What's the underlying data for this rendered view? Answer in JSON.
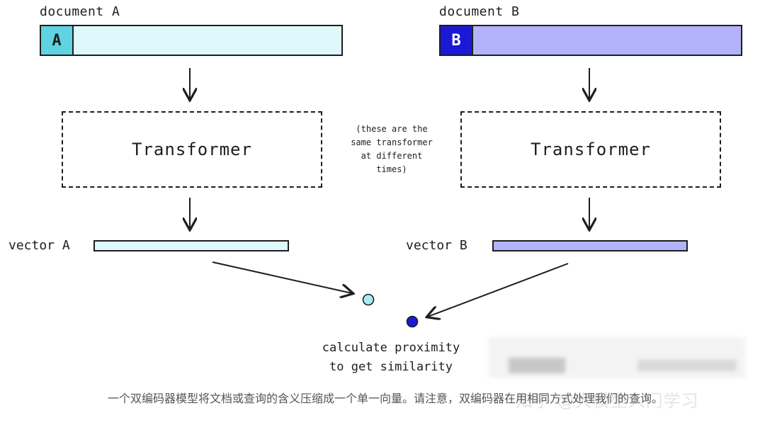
{
  "document_a": {
    "label": "document A",
    "badge": "A",
    "badge_color": "#5fd3e1",
    "bar_color": "#dff8fb"
  },
  "document_b": {
    "label": "document B",
    "badge": "B",
    "badge_color": "#1a1ad6",
    "bar_color": "#b3b3f9"
  },
  "transformer_a": {
    "label": "Transformer"
  },
  "transformer_b": {
    "label": "Transformer"
  },
  "note": {
    "lines": [
      "(these are the",
      "same transformer",
      "at different",
      "times)"
    ]
  },
  "vector_a": {
    "label": "vector A",
    "color": "#dff8fb"
  },
  "vector_b": {
    "label": "vector B",
    "color": "#b3b3f9"
  },
  "proximity": {
    "lines": [
      "calculate proximity",
      "to get similarity"
    ],
    "point_a_color": "#a8ecf2",
    "point_b_color": "#1a1ad6"
  },
  "caption": "一个双编码器模型将文档或查询的含义压缩成一个单一向量。请注意，双编码器在用相同方式处理我们的查询。",
  "watermark": "知乎 @大模型入门学习"
}
